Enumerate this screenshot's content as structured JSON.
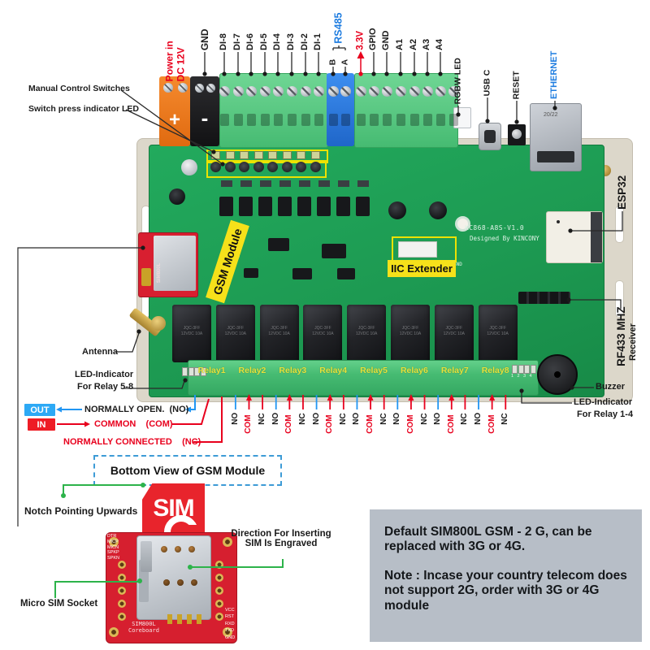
{
  "colors": {
    "red": "#e8001d",
    "blue": "#2196f3",
    "green_annotation": "#2db34a",
    "out_box": "#2da9f5",
    "in_box": "#ee1c25",
    "pcb_green": "#1d9a52",
    "label_yellow": "#f6e11a",
    "relay_name_yellow": "#e6e33c"
  },
  "pins_top": [
    {
      "t": "Power in\nDC 12V",
      "c": "#e8001d"
    },
    {
      "t": "GND",
      "c": "#1a1a1a"
    },
    {
      "t": "DI-8",
      "c": "#1a1a1a"
    },
    {
      "t": "DI-7",
      "c": "#1a1a1a"
    },
    {
      "t": "DI-6",
      "c": "#1a1a1a"
    },
    {
      "t": "DI-5",
      "c": "#1a1a1a"
    },
    {
      "t": "DI-4",
      "c": "#1a1a1a"
    },
    {
      "t": "DI-3",
      "c": "#1a1a1a"
    },
    {
      "t": "DI-2",
      "c": "#1a1a1a"
    },
    {
      "t": "DI-1",
      "c": "#1a1a1a"
    },
    {
      "t": "RS485",
      "c": "#1f7de0"
    },
    {
      "t": "B",
      "c": "#1a1a1a"
    },
    {
      "t": "A",
      "c": "#1a1a1a"
    },
    {
      "t": "3.3V",
      "c": "#e8001d"
    },
    {
      "t": "GPIO",
      "c": "#1a1a1a"
    },
    {
      "t": "GND",
      "c": "#1a1a1a"
    },
    {
      "t": "A1",
      "c": "#1a1a1a"
    },
    {
      "t": "A2",
      "c": "#1a1a1a"
    },
    {
      "t": "A3",
      "c": "#1a1a1a"
    },
    {
      "t": "A4",
      "c": "#1a1a1a"
    },
    {
      "t": "RGBW LED",
      "c": "#1a1a1a"
    },
    {
      "t": "USB C",
      "c": "#1a1a1a"
    },
    {
      "t": "RESET",
      "c": "#1a1a1a"
    },
    {
      "t": "ETHERNET",
      "c": "#1f7de0"
    }
  ],
  "right_vertical": [
    {
      "t": "ESP32",
      "c": "#1a1a1a"
    },
    {
      "t": "RF433 MHZ",
      "c": "#1a1a1a"
    },
    {
      "t": "Receiver",
      "c": "#1a1a1a"
    }
  ],
  "annotations": {
    "manual": "Manual Control Switches",
    "switch_led": "Switch press indicator LED",
    "antenna": "Antenna",
    "led58_1": "LED-Indicator",
    "led58_2": "For Relay 5-8",
    "led14_1": "LED-Indicator",
    "led14_2": "For Relay 1-4",
    "buzzer": "Buzzer"
  },
  "legend": {
    "out": "OUT",
    "normally_open": "NORMALLY OPEN.  (NO)",
    "in": "IN",
    "common": "COMMON    (COM)",
    "normally_connected": "NORMALLY CONNECTED    (NC)"
  },
  "board": {
    "silkscreen_model": "KC868-A8S-V1.0",
    "silkscreen_designer": "Designed By KINCONY",
    "silkscreen_gnd": "GND",
    "iic_label": "IIC Extender",
    "gsm_label": "GSM Module",
    "gsm_chip": "SIM800L",
    "ethernet_text": "20/22",
    "power_plus": "+",
    "power_minus": "-",
    "relay_names": [
      "Relay1",
      "Relay2",
      "Relay3",
      "Relay4",
      "Relay5",
      "Relay6",
      "Relay7",
      "Relay8"
    ],
    "relay_marking": "JQC-3FF\n12VDC 10A",
    "terminal_cycle": [
      "NO",
      "COM",
      "NC"
    ],
    "led_numbers": [
      "1",
      "2",
      "3",
      "4"
    ]
  },
  "bottom_view": {
    "title": "Bottom View of GSM Module",
    "sim_text": "SIM",
    "notch_label": "Notch Pointing Upwards",
    "socket_label": "Micro SIM Socket",
    "direction_label": "Direction For Inserting\nSIM Is Engraved",
    "left_pins": [
      "DTR",
      "MICP",
      "MICN",
      "SPKP",
      "SPKN"
    ],
    "right_pins": [
      "VCC",
      "RST",
      "RXD",
      "TXD",
      "GND"
    ],
    "silkscreen": "SIM800L\nCoreboard"
  },
  "note_box": {
    "text1": "Default SIM800L GSM - 2 G, can be replaced with 3G or 4G.",
    "text2": "Note : Incase your country telecom does not support 2G, order with 3G or 4G module"
  }
}
